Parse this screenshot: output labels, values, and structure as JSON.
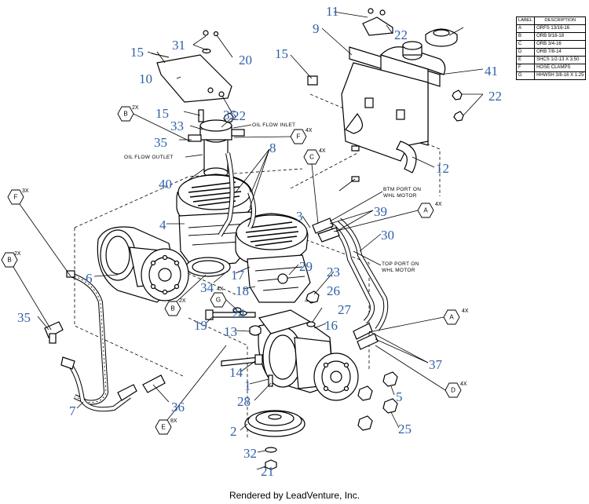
{
  "legend": {
    "header_label": "LABEL",
    "header_description": "DESCRIPTION",
    "rows": [
      {
        "label": "A",
        "description": "ORFS 13/16-16"
      },
      {
        "label": "B",
        "description": "ORB 9/16-18"
      },
      {
        "label": "C",
        "description": "ORB 3/4-16"
      },
      {
        "label": "D",
        "description": "ORB 7/8-14"
      },
      {
        "label": "E",
        "description": "SHCS 1/2-13 X 3.50"
      },
      {
        "label": "F",
        "description": "HOSE CLAMPS"
      },
      {
        "label": "G",
        "description": "HHWSH 3/8-16 X 1.25"
      }
    ]
  },
  "notes": {
    "oil_flow_inlet": "OIL FLOW INLET",
    "oil_flow_outlet": "OIL FLOW OUTLET",
    "btm_port_line1": "BTM PORT ON",
    "btm_port_line2": "WHL MOTOR",
    "top_port_line1": "TOP PORT ON",
    "top_port_line2": "WHL MOTOR"
  },
  "part_numbers": [
    "1",
    "2",
    "3",
    "4",
    "5",
    "6",
    "7",
    "8",
    "9",
    "10",
    "11",
    "12",
    "13",
    "14",
    "15",
    "15",
    "15",
    "16",
    "17",
    "18",
    "19",
    "20",
    "21",
    "22",
    "22",
    "22",
    "23",
    "24",
    "25",
    "26",
    "27",
    "28",
    "29",
    "30",
    "31",
    "32",
    "33",
    "34",
    "35",
    "35",
    "35",
    "36",
    "37",
    "39",
    "40",
    "41"
  ],
  "callouts": [
    {
      "letter": "A",
      "qty": "4X"
    },
    {
      "letter": "A",
      "qty": "4X"
    },
    {
      "letter": "B",
      "qty": "2X"
    },
    {
      "letter": "B",
      "qty": "2X"
    },
    {
      "letter": "B",
      "qty": "2X"
    },
    {
      "letter": "C",
      "qty": "4X"
    },
    {
      "letter": "D",
      "qty": "4X"
    },
    {
      "letter": "E",
      "qty": "8X"
    },
    {
      "letter": "F",
      "qty": "4X"
    },
    {
      "letter": "F",
      "qty": "3X"
    },
    {
      "letter": "G",
      "qty": "4X"
    }
  ],
  "footer": "Rendered by LeadVenture, Inc."
}
